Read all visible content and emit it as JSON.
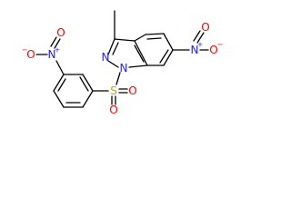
{
  "molecule": {
    "atoms": {
      "n_indazole_1": "N",
      "n_indazole_2": "N",
      "s_sulfonyl": "S",
      "o_sulfonyl_1": "O",
      "o_sulfonyl_2": "O",
      "n_nitro_left": "N",
      "o_nitro_left_1": "O",
      "o_nitro_left_2": "O",
      "n_nitro_right": "N",
      "o_nitro_right_1": "O",
      "o_nitro_right_2": "O"
    },
    "charges": {
      "plus_left": "+",
      "minus_left": "−",
      "plus_right": "+",
      "minus_right": "−"
    }
  },
  "colors": {
    "bond": "#000000",
    "nitrogen": "#2020ff",
    "oxygen": "#ff0000",
    "sulfur": "#c8a000",
    "carbon": "#000000"
  }
}
